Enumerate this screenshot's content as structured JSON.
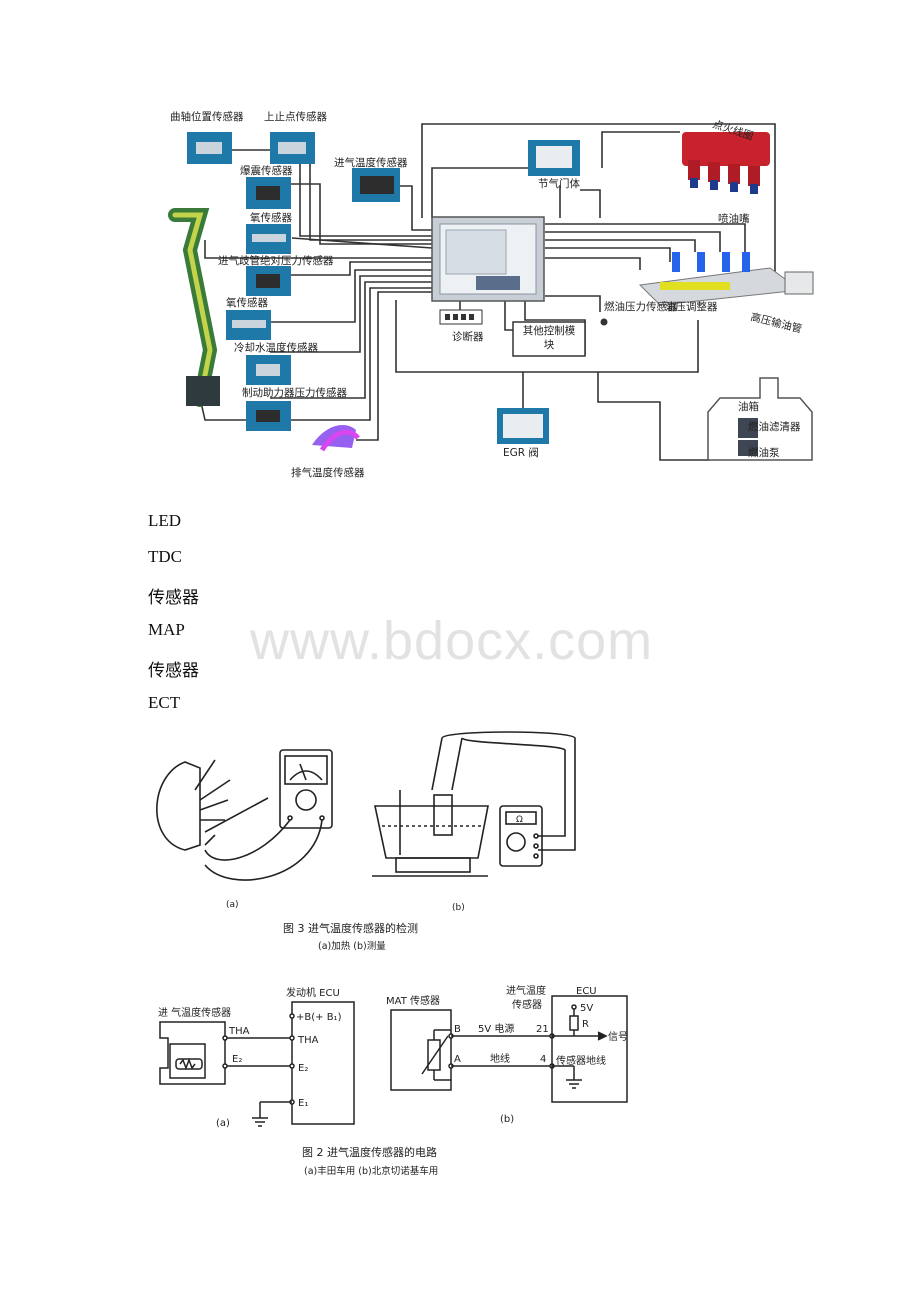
{
  "diagram1": {
    "labels": {
      "crank": "曲轴位置传感器",
      "tdc": "上止点传感器",
      "knock": "爆震传感器",
      "intake_temp": "进气温度传感器",
      "throttle": "节气门体",
      "ignition": "点火线圈",
      "oxygen1": "氧传感器",
      "map": "进气歧管绝对压力传感器",
      "injector": "喷油嘴",
      "oxygen2": "氧传感器",
      "coolant": "冷却水温度传感器",
      "brake": "制动助力器压力传感器",
      "exhaust": "排气温度传感器",
      "diag": "诊断器",
      "other": "其他控制模块",
      "fuel_press_sensor": "燃油压力传感器",
      "regulator": "油压调整器",
      "hp_pipe": "高压输油管",
      "tank": "油箱",
      "filter": "燃油滤清器",
      "pump": "燃油泵",
      "egr": "EGR 阀"
    }
  },
  "text_lines": [
    "LED",
    "TDC",
    "传感器",
    "MAP",
    "传感器",
    "ECT"
  ],
  "watermark": "www.bdocx.com",
  "figure3": {
    "sub_a": "(a)",
    "sub_b": "(b)",
    "title": "图  3    进气温度传感器的检测",
    "caption": "(a)加热  (b)测量",
    "ohm": "Ω"
  },
  "figure2": {
    "a_sensor": "进 气温度传感器",
    "a_ecu": "发动机 ECU",
    "a_tha_left": "THA",
    "a_e2_left": "E₂",
    "a_b": "+B(+ B₁)",
    "a_tha_right": "THA",
    "a_e2_right": "E₂",
    "a_e1": "E₁",
    "sub_a": "(a)",
    "b_mat": "MAT 传感器",
    "b_sensor1": "进气温度",
    "b_sensor2": "传感器",
    "b_ecu": "ECU",
    "b_5v": "5V",
    "b_r": "R",
    "b_B": "B",
    "b_A": "A",
    "b_power": "5V 电源",
    "b_ground": "地线",
    "b_21": "21",
    "b_4": "4",
    "b_signal": "信号",
    "b_sensor_ground": "传感器地线",
    "sub_b": "(b)",
    "title": "图  2    进气温度传感器的电路",
    "caption": "(a)丰田车用   (b)北京切诺基车用"
  }
}
